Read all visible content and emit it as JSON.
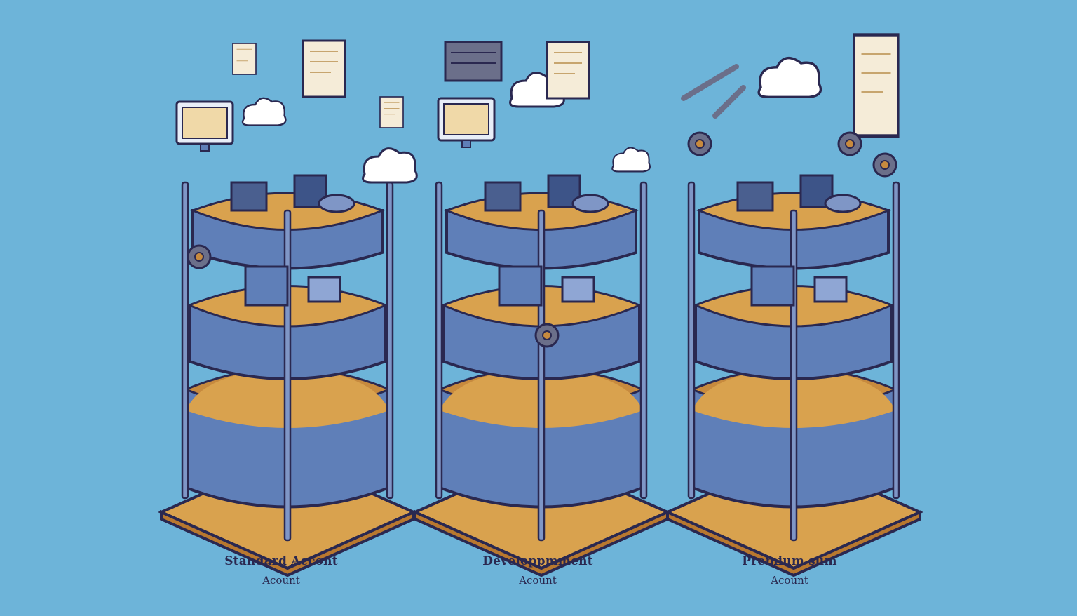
{
  "palette": {
    "background": "#6db4d9",
    "sand": "#d9a24e",
    "sand_dark": "#b8782f",
    "tray": "#5f7fb8",
    "tray_dark": "#3d5488",
    "outline": "#2a2850",
    "cloud": "#ffffff"
  },
  "tiers": [
    {
      "title": "Standard Accont",
      "subtitle": "Acount",
      "icons": [
        "monitor-icon",
        "cloud-icon",
        "document-icon",
        "folder-icon",
        "box-icon",
        "gear-icon"
      ]
    },
    {
      "title": "Developpmment",
      "subtitle": "Acount",
      "icons": [
        "book-icon",
        "monitor-icon",
        "cloud-icon",
        "document-icon",
        "laptop-icon",
        "wrench-icon",
        "gear-icon"
      ]
    },
    {
      "title": "Premium sum",
      "subtitle": "Acount",
      "icons": [
        "wrench-icon",
        "cloud-icon",
        "document-icon",
        "gear-icon",
        "printer-icon",
        "magnifier-icon"
      ]
    }
  ]
}
